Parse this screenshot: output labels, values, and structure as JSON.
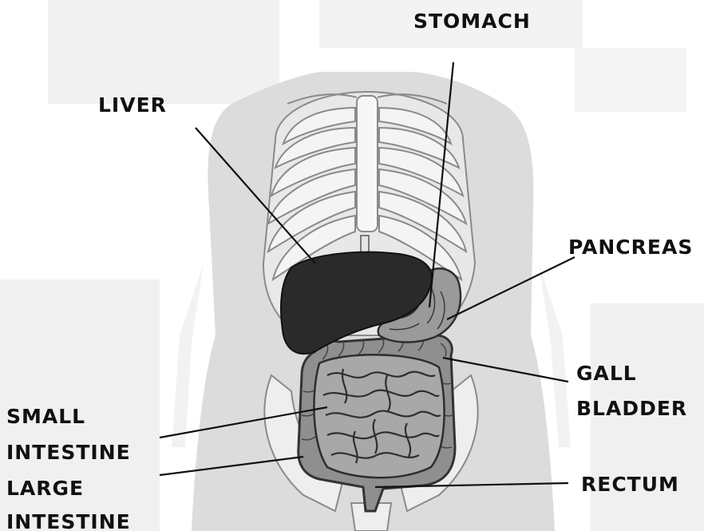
{
  "labels": {
    "stomach": "STOMACH",
    "liver": "LIVER",
    "pancreas": "PANCREAS",
    "gall_bladder_line1": "GALL",
    "gall_bladder_line2": "BLADDER",
    "small_intestine_line1": "SMALL",
    "small_intestine_line2": "INTESTINE",
    "large_intestine_line1": "LARGE",
    "large_intestine_line2": "INTESTINE",
    "rectum": "RECTUM"
  },
  "colors": {
    "body": "#dcdcdc",
    "bone": "#f4f4f4",
    "bone_outline": "#8a8a8a",
    "liver": "#2a2a2a",
    "intestine": "#9a9a9a",
    "intestine_outline": "#3a3a3a",
    "text": "#111111"
  }
}
